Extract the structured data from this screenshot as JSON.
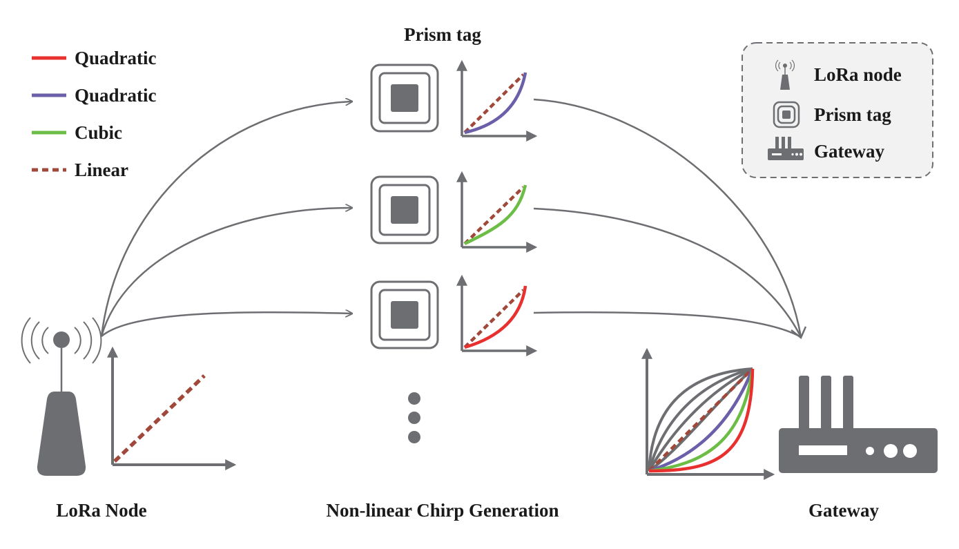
{
  "title": "Prism tag",
  "labels": {
    "lora_node": "LoRa Node",
    "generation": "Non-linear Chirp Generation",
    "gateway": "Gateway"
  },
  "legend_curves": [
    {
      "label": "Quadratic",
      "color": "#e8302e",
      "style": "solid"
    },
    {
      "label": "Quadratic",
      "color": "#6a5fa8",
      "style": "solid"
    },
    {
      "label": "Cubic",
      "color": "#6cbd45",
      "style": "solid"
    },
    {
      "label": "Linear",
      "color": "#a0483a",
      "style": "dashed"
    }
  ],
  "legend_icons": [
    {
      "label": "LoRa node",
      "icon": "lora-node-icon"
    },
    {
      "label": "Prism tag",
      "icon": "prism-tag-icon"
    },
    {
      "label": "Gateway",
      "icon": "gateway-icon"
    }
  ],
  "colors": {
    "gray": "#6d6e71",
    "quadratic_red": "#e8302e",
    "quadratic_purple": "#6a5fa8",
    "cubic_green": "#6cbd45",
    "linear_brown": "#a0483a",
    "legend_box_bg": "#f2f2f2"
  }
}
